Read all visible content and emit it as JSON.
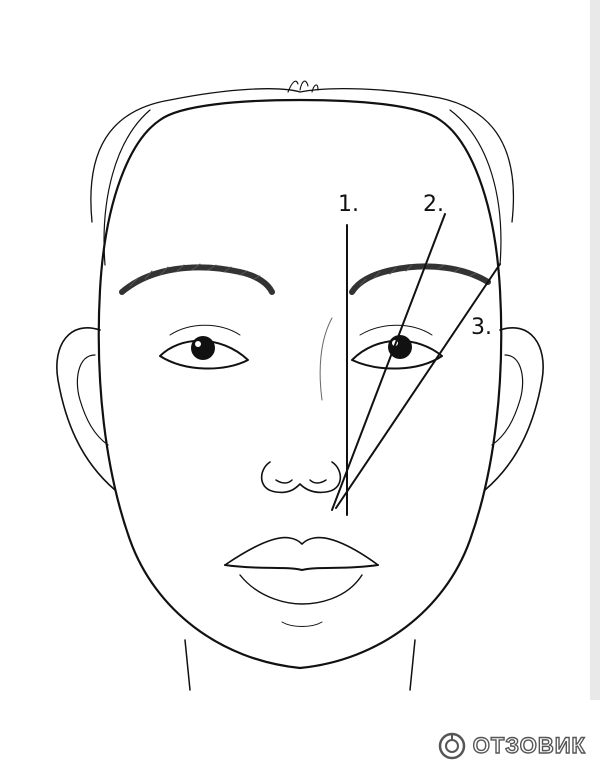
{
  "labels": {
    "line_1": "1.",
    "line_2": "2.",
    "line_3": "3."
  },
  "watermark": {
    "text": "ОТЗОВИК",
    "icon": "otzovik-logo-icon"
  },
  "colors": {
    "line": "#111111",
    "background": "#ffffff"
  }
}
